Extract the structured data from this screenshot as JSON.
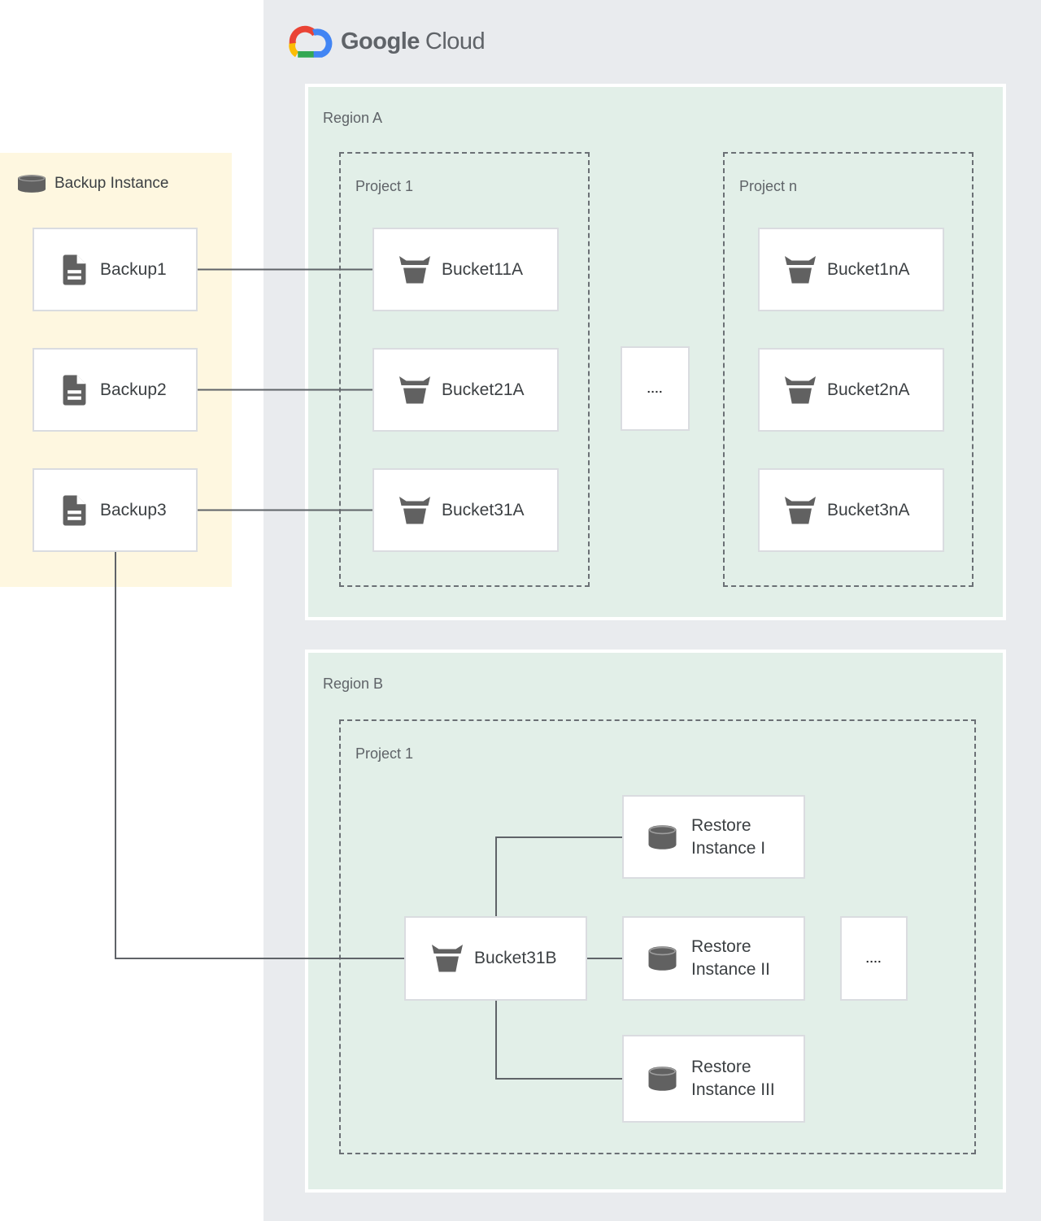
{
  "logo": {
    "brand": "Google",
    "product": "Cloud"
  },
  "backup_panel": {
    "title": "Backup Instance",
    "items": [
      {
        "label": "Backup1"
      },
      {
        "label": "Backup2"
      },
      {
        "label": "Backup3"
      }
    ]
  },
  "region_a": {
    "label": "Region A",
    "projects": [
      {
        "label": "Project 1",
        "buckets": [
          {
            "label": "Bucket11A"
          },
          {
            "label": "Bucket21A"
          },
          {
            "label": "Bucket31A"
          }
        ]
      },
      {
        "label": "Project n",
        "buckets": [
          {
            "label": "Bucket1nA"
          },
          {
            "label": "Bucket2nA"
          },
          {
            "label": "Bucket3nA"
          }
        ]
      }
    ],
    "ellipsis": "...."
  },
  "region_b": {
    "label": "Region B",
    "project": {
      "label": "Project 1",
      "bucket": {
        "label": "Bucket31B"
      },
      "restore_instances": [
        {
          "label": "Restore\nInstance I"
        },
        {
          "label": "Restore\nInstance II"
        },
        {
          "label": "Restore\nInstance III"
        }
      ],
      "ellipsis": "...."
    }
  },
  "icons": {
    "backup_header": "database-icon",
    "backup_item": "document-icon",
    "bucket": "storage-bucket-icon",
    "restore": "database-icon",
    "logo": "google-cloud-icon"
  },
  "colors": {
    "panel_bg": "#E9EBEE",
    "region_bg": "#E2EFE8",
    "backup_panel_bg": "#FEF7E0",
    "node_border": "#DADCE0",
    "connector": "#5F6368",
    "text_dark": "#3C4043",
    "text_muted": "#5F6368",
    "logo_red": "#EA4335",
    "logo_blue": "#4285F4",
    "logo_green": "#34A853",
    "logo_yellow": "#FBBC04"
  }
}
